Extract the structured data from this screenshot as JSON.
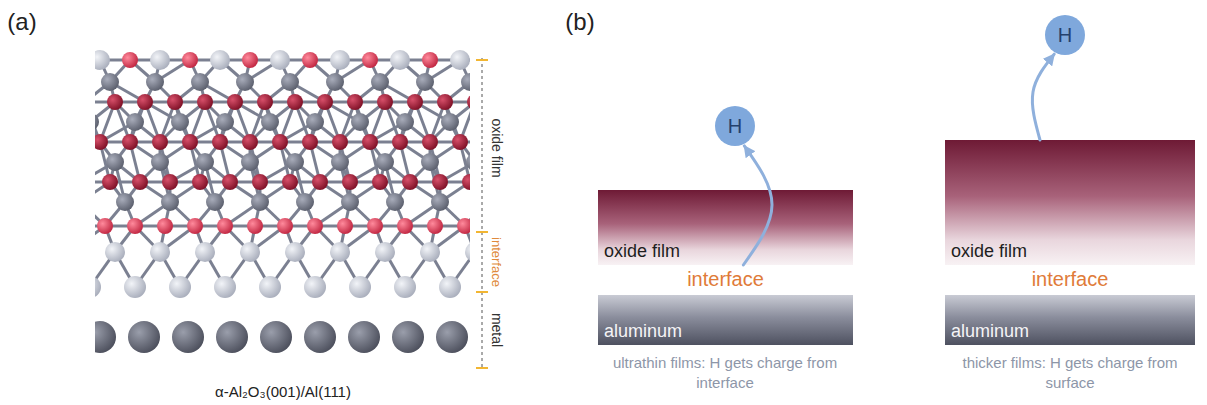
{
  "diagram": {
    "nodes": [
      {
        "text": [
          "H"
        ]
      },
      {
        "text": [
          "oxide film"
        ]
      },
      {
        "text": [
          "interface"
        ]
      },
      {
        "text": [
          "aluminum"
        ]
      },
      {
        "text": [
          "H"
        ]
      },
      {
        "text": [
          "oxide film"
        ]
      },
      {
        "text": [
          "interface"
        ]
      },
      {
        "text": [
          "aluminum"
        ]
      }
    ],
    "edges": [
      {
        "from": 2,
        "to": 0,
        "arrow": "to"
      },
      {
        "from": 5,
        "to": 4,
        "arrow": "to"
      }
    ],
    "labels": [
      "(a)",
      "oxide film",
      "interface",
      "metal",
      "α-Al₂O₃(001)/Al(111)",
      "(b)",
      "ultrathin films: H gets charge from interface",
      "thicker films: H gets charge from surface"
    ]
  }
}
